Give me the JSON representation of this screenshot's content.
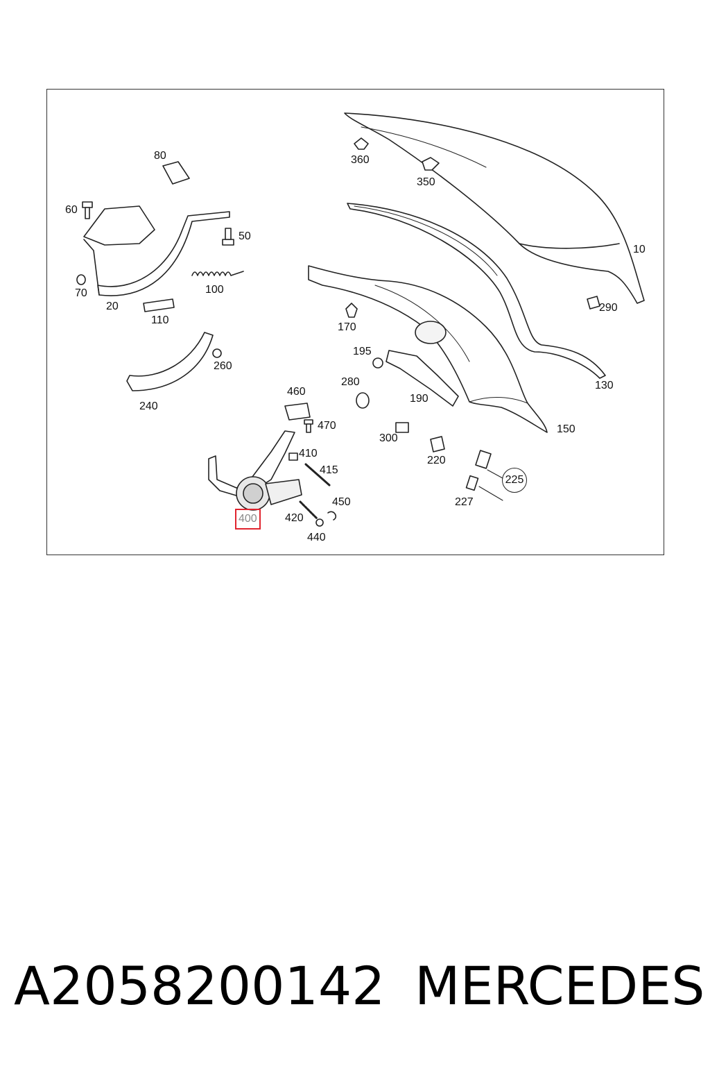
{
  "diagram": {
    "highlight_color": "#e0242e",
    "callouts": [
      {
        "id": "c10",
        "label": "10"
      },
      {
        "id": "c20",
        "label": "20"
      },
      {
        "id": "c50",
        "label": "50"
      },
      {
        "id": "c60",
        "label": "60"
      },
      {
        "id": "c70",
        "label": "70"
      },
      {
        "id": "c80",
        "label": "80"
      },
      {
        "id": "c100",
        "label": "100"
      },
      {
        "id": "c110",
        "label": "110"
      },
      {
        "id": "c130",
        "label": "130"
      },
      {
        "id": "c150",
        "label": "150"
      },
      {
        "id": "c170",
        "label": "170"
      },
      {
        "id": "c190",
        "label": "190"
      },
      {
        "id": "c195",
        "label": "195"
      },
      {
        "id": "c220",
        "label": "220"
      },
      {
        "id": "c225",
        "label": "225"
      },
      {
        "id": "c227",
        "label": "227"
      },
      {
        "id": "c240",
        "label": "240"
      },
      {
        "id": "c260",
        "label": "260"
      },
      {
        "id": "c280",
        "label": "280"
      },
      {
        "id": "c290",
        "label": "290"
      },
      {
        "id": "c300",
        "label": "300"
      },
      {
        "id": "c350",
        "label": "350"
      },
      {
        "id": "c360",
        "label": "360"
      },
      {
        "id": "c400",
        "label": "400",
        "highlighted": true
      },
      {
        "id": "c410",
        "label": "410"
      },
      {
        "id": "c415",
        "label": "415"
      },
      {
        "id": "c420",
        "label": "420"
      },
      {
        "id": "c440",
        "label": "440"
      },
      {
        "id": "c450",
        "label": "450"
      },
      {
        "id": "c460",
        "label": "460"
      },
      {
        "id": "c470",
        "label": "470"
      }
    ]
  },
  "footer": {
    "part_number": "A2058200142",
    "brand": "MERCEDES"
  }
}
